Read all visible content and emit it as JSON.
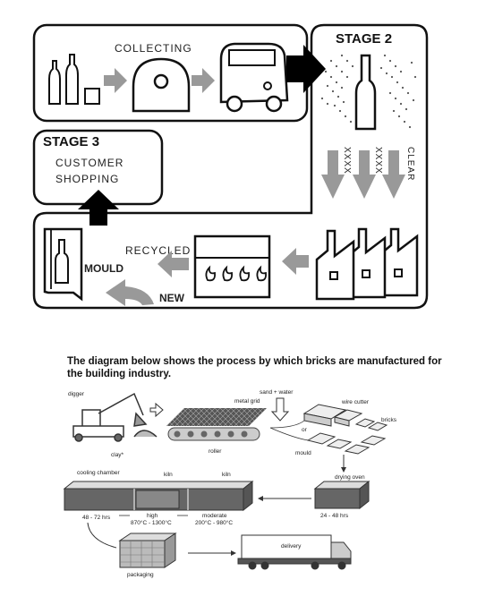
{
  "recycling": {
    "collecting": "COLLECTING",
    "stage2": "STAGE 2",
    "stage3": "STAGE 3",
    "customer": "CUSTOMER",
    "shopping": "SHOPPING",
    "xxxx1": "XXXX",
    "xxxx2": "XXXX",
    "clear": "CLEAR",
    "recycled": "RECYCLED",
    "mould": "MOULD",
    "new": "NEW"
  },
  "bricks": {
    "caption": "The diagram below shows the process by which bricks are manufactured for the building industry.",
    "digger": "digger",
    "clay": "clay*",
    "metal_grid": "metal grid",
    "roller": "roller",
    "sand_water": "sand + water",
    "wire_cutter": "wire cutter",
    "bricks": "bricks",
    "or": "or",
    "mould": "mould",
    "drying_oven": "drying oven",
    "drying_time": "24 - 48 hrs",
    "cooling_chamber": "cooling chamber",
    "kiln1": "kiln",
    "kiln2": "kiln",
    "cool_time": "48 - 72 hrs",
    "high": "high",
    "high_temp": "870°C - 1300°C",
    "moderate": "moderate",
    "moderate_temp": "200°C - 980°C",
    "packaging": "packaging",
    "delivery": "delivery"
  }
}
